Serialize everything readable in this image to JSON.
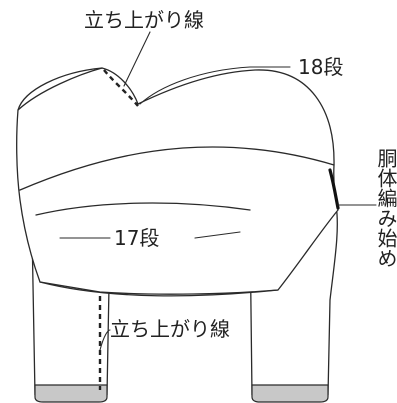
{
  "labels": {
    "neck_rise_line": "立ち上がり線",
    "row_18": "18段",
    "row_17": "17段",
    "leg_rise_line": "立ち上がり線",
    "body_start": "胴体編み始め"
  }
}
